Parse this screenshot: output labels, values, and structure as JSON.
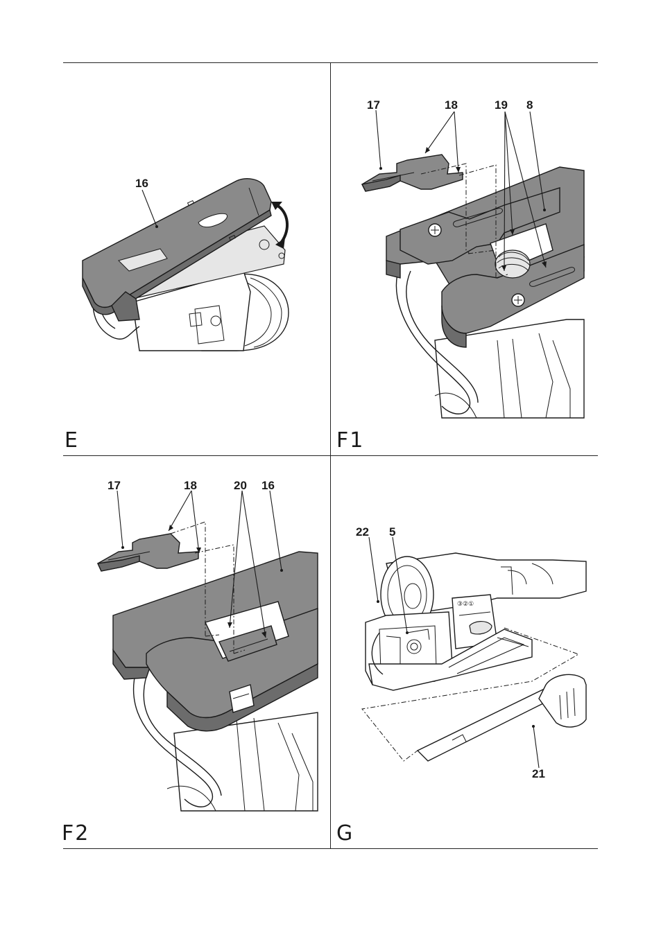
{
  "figures": {
    "E": {
      "letter": "E",
      "callouts": [
        "16"
      ]
    },
    "F1": {
      "letter": "F1",
      "callouts": [
        "17",
        "18",
        "19",
        "8"
      ]
    },
    "F2": {
      "letter": "F2",
      "callouts": [
        "17",
        "18",
        "20",
        "16"
      ]
    },
    "G": {
      "letter": "G",
      "callouts": [
        "22",
        "5",
        "21"
      ]
    }
  },
  "colors": {
    "rule": "#222222",
    "part_fill": "#8a8a8a",
    "part_fill_dark": "#6c6c6c",
    "outline": "#1a1a1a"
  },
  "icons": [
    "jigsaw-illustration",
    "anti-splinter-insert-illustration",
    "dust-extraction-adapter-illustration"
  ]
}
